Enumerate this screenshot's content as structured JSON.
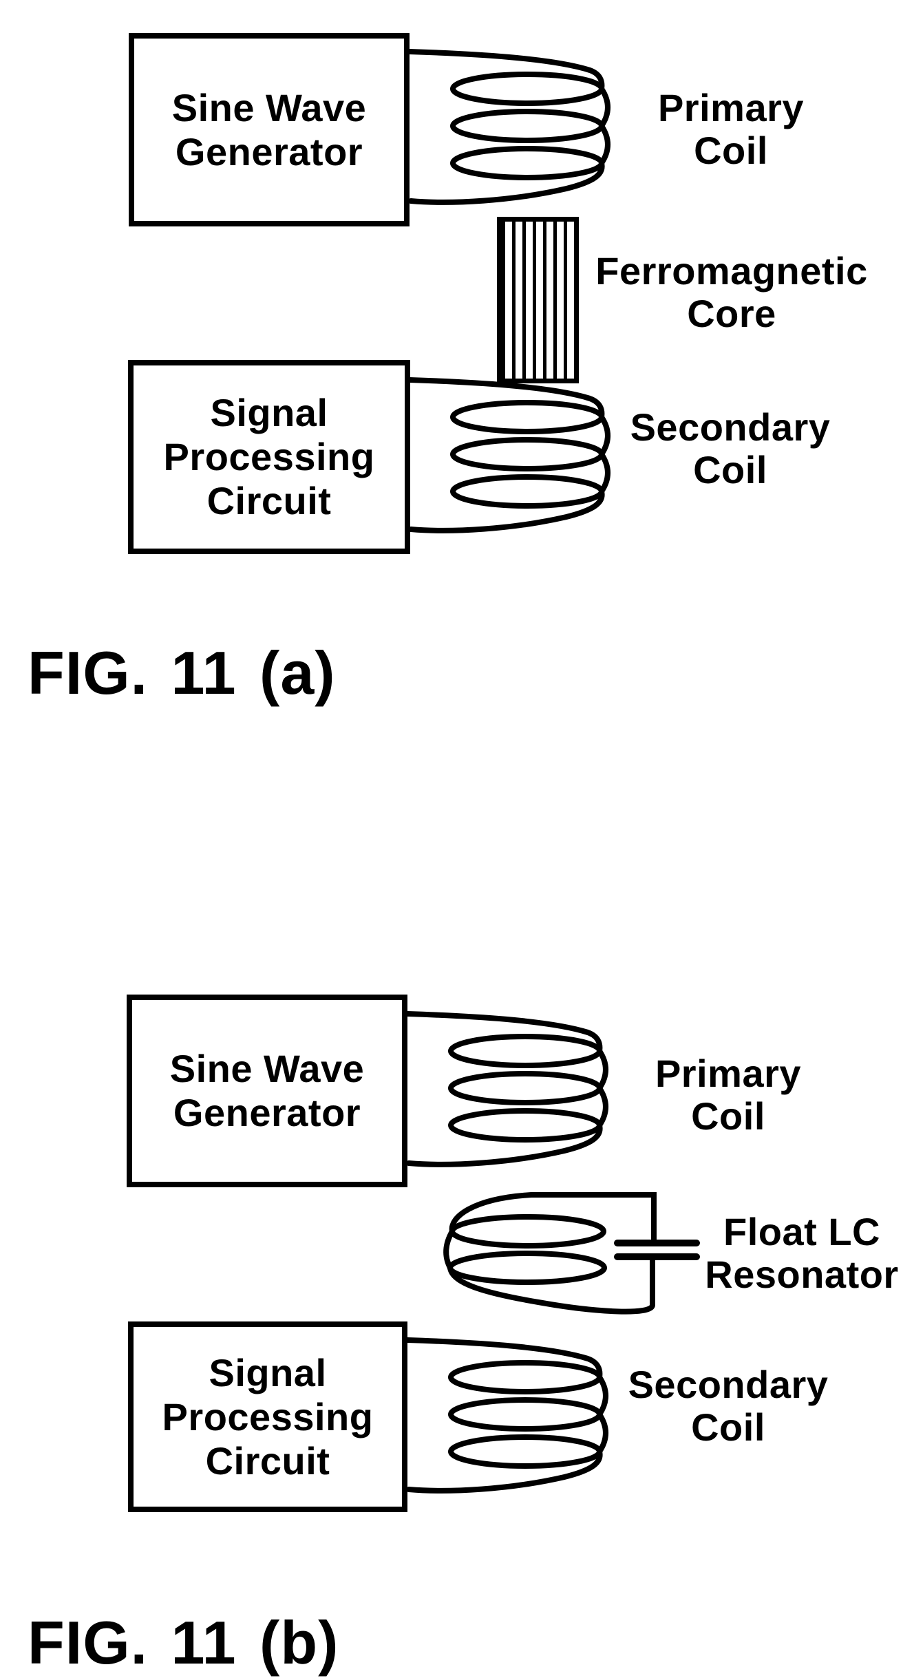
{
  "document": {
    "background": "#ffffff",
    "ink": "#000000"
  },
  "figure_a": {
    "caption": "FIG. 11 (a)",
    "sine_wave_generator_box": {
      "line1": "Sine Wave",
      "line2": "Generator"
    },
    "signal_processing_box": {
      "line1": "Signal",
      "line2": "Processing",
      "line3": "Circuit"
    },
    "primary_coil_label": {
      "line1": "Primary",
      "line2": "Coil"
    },
    "ferromagnetic_core_label": {
      "line1": "Ferromagnetic",
      "line2": "Core"
    },
    "secondary_coil_label": {
      "line1": "Secondary",
      "line2": "Coil"
    }
  },
  "figure_b": {
    "caption": "FIG. 11 (b)",
    "sine_wave_generator_box": {
      "line1": "Sine Wave",
      "line2": "Generator"
    },
    "signal_processing_box": {
      "line1": "Signal",
      "line2": "Processing",
      "line3": "Circuit"
    },
    "primary_coil_label": {
      "line1": "Primary",
      "line2": "Coil"
    },
    "float_lc_resonator_label": {
      "line1": "Float LC",
      "line2": "Resonator"
    },
    "secondary_coil_label": {
      "line1": "Secondary",
      "line2": "Coil"
    }
  }
}
